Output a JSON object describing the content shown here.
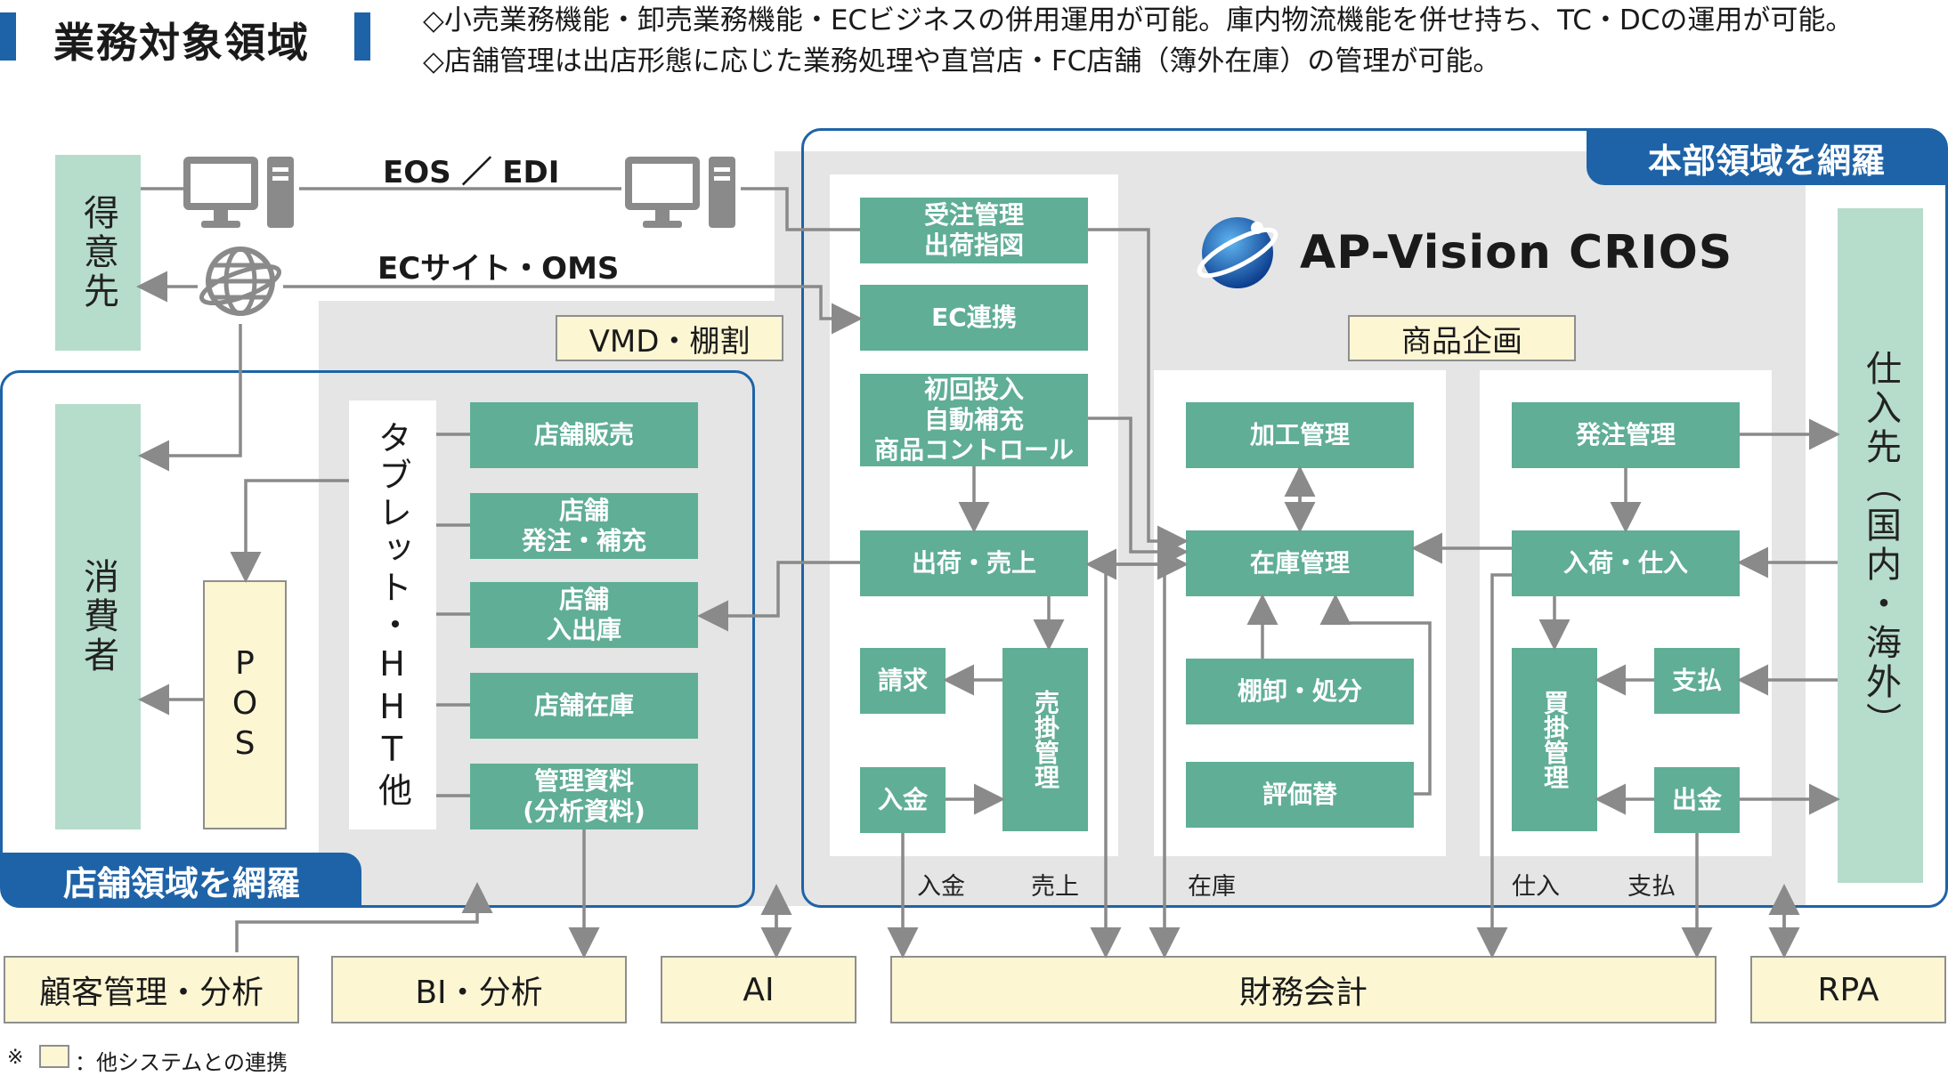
{
  "header": {
    "title": "業務対象領域",
    "note_line1": "◇小売業務機能・卸売業務機能・ECビジネスの併用運用が可能。庫内物流機能を併せ持ち、TC・DCの運用が可能。",
    "note_line2": "◇店舗管理は出店形態に応じた業務処理や直営店・FC店舗（簿外在庫）の管理が可能。"
  },
  "actors": {
    "customer": "得意先",
    "consumer": "消費者",
    "supplier": "仕入先（国内・海外）",
    "pos": "POS",
    "tablet": "タブレット・HHT他"
  },
  "channels": {
    "eos_edi": "EOS ／ EDI",
    "ec_oms": "ECサイト・OMS"
  },
  "areas": {
    "hq_tag": "本部領域を網羅",
    "store_tag": "店舗領域を網羅",
    "vmd": "VMD・棚割",
    "product_planning": "商品企画"
  },
  "brand": {
    "name": "AP-Vision CRIOS"
  },
  "store_functions": [
    "店舗販売",
    "店舗\n発注・補充",
    "店舗\n入出庫",
    "店舗在庫",
    "管理資料\n(分析資料)"
  ],
  "hq_sales": {
    "order": "受注管理\n出荷指図",
    "ec": "EC連携",
    "replenish": "初回投入\n自動補充\n商品コントロール",
    "ship": "出荷・売上",
    "billing": "請求",
    "receivable": "売掛管理",
    "deposit": "入金"
  },
  "hq_inventory": {
    "processing": "加工管理",
    "stock": "在庫管理",
    "stocktake": "棚卸・処分",
    "revaluation": "評価替"
  },
  "hq_purchase": {
    "po": "発注管理",
    "receiving": "入荷・仕入",
    "payable": "買掛管理",
    "payment": "支払",
    "disbursement": "出金"
  },
  "flow_labels": [
    "入金",
    "売上",
    "在庫",
    "仕入",
    "支払"
  ],
  "external_systems": {
    "crm": "顧客管理・分析",
    "bi": "BI・分析",
    "ai": "AI",
    "accounting": "財務会計",
    "rpa": "RPA"
  },
  "legend": {
    "mark": "※",
    "text": "：他システムとの連携"
  },
  "colors": {
    "accent_blue": "#1e63a8",
    "module_teal": "#5fae95",
    "actor_mint": "#b6dccb",
    "external_cream": "#fdf6d3",
    "area_gray": "#e5e5e5"
  }
}
